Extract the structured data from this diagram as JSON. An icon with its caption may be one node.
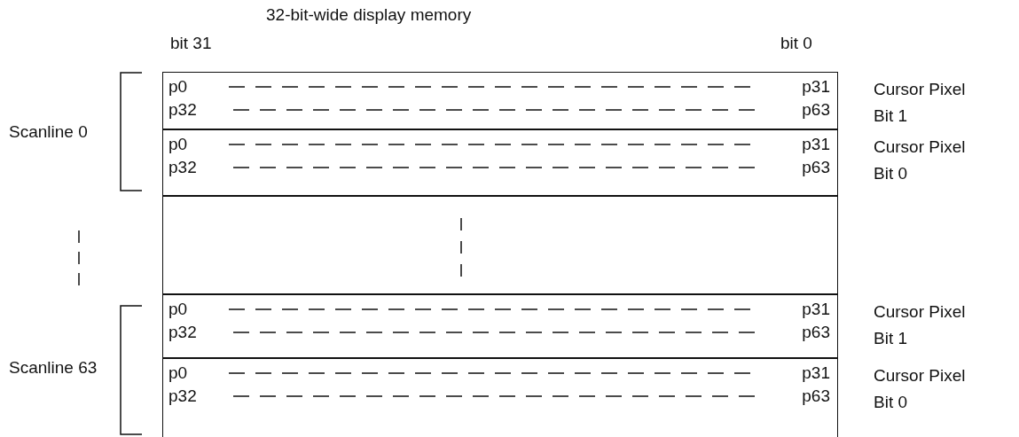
{
  "diagram": {
    "title": "32-bit-wide display memory",
    "nodes": [
      {
        "text": [
          "p0",
          "p31",
          "p32",
          "p63"
        ],
        "beside": [
          "Cursor Pixel Bit 1"
        ]
      },
      {
        "text": [
          "p0",
          "p31",
          "p32",
          "p63"
        ],
        "beside": [
          "Cursor Pixel Bit 0"
        ]
      },
      {
        "text": [],
        "shape": "box"
      },
      {
        "text": [
          "p0",
          "p31",
          "p32",
          "p63"
        ],
        "beside": [
          "Cursor Pixel Bit 1"
        ]
      },
      {
        "text": [
          "p0",
          "p31",
          "p32",
          "p63"
        ],
        "beside": [
          "Cursor Pixel Bit 0"
        ]
      }
    ],
    "labels": [
      "bit 31",
      "bit 0",
      "Scanline 0",
      "Scanline 63"
    ]
  }
}
